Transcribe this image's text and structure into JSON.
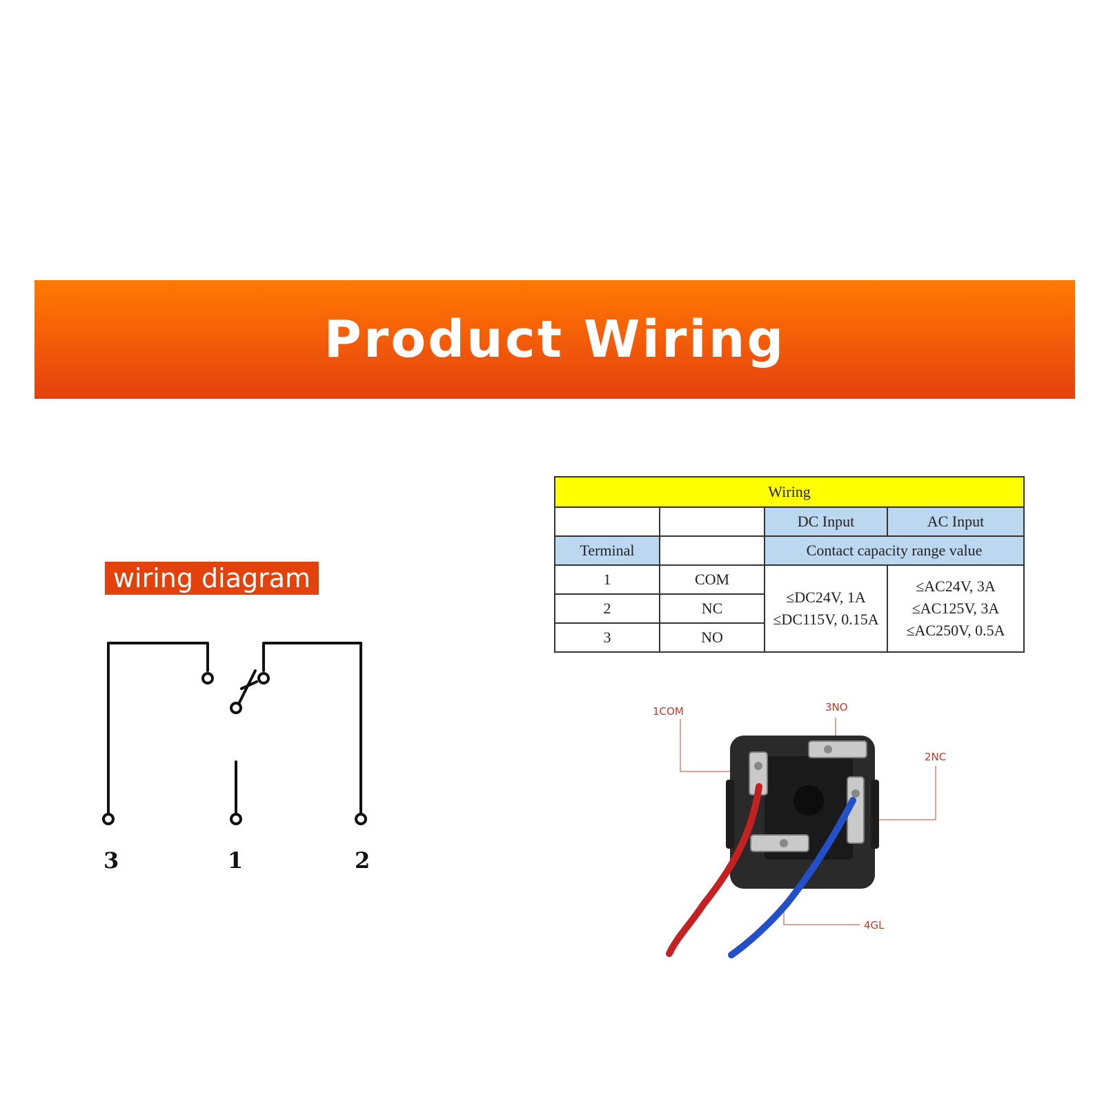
{
  "banner": {
    "title": "Product Wiring"
  },
  "wiring_diagram": {
    "label": "wiring diagram",
    "terminals": [
      "3",
      "1",
      "2"
    ]
  },
  "table": {
    "title": "Wiring",
    "header_row": [
      "",
      "",
      "DC Input",
      "AC Input"
    ],
    "sub_header": {
      "terminal": "Terminal",
      "blank": "",
      "range": "Contact capacity range value"
    },
    "rows": [
      {
        "terminal": "1",
        "name": "COM"
      },
      {
        "terminal": "2",
        "name": "NC"
      },
      {
        "terminal": "3",
        "name": "NO"
      }
    ],
    "dc_values": [
      "≤DC24V, 1A",
      "≤DC115V, 0.15A"
    ],
    "ac_values": [
      "≤AC24V, 3A",
      "≤AC125V, 3A",
      "≤AC250V, 0.5A"
    ]
  },
  "photo": {
    "callouts": {
      "com": "1COM",
      "no": "3NO",
      "nc": "2NC",
      "gl": "4GL"
    }
  },
  "colors": {
    "banner": "#f25a0a",
    "label_bg": "#e4420c",
    "table_title_bg": "#ffff00",
    "table_header_bg": "#bcd8f0"
  }
}
